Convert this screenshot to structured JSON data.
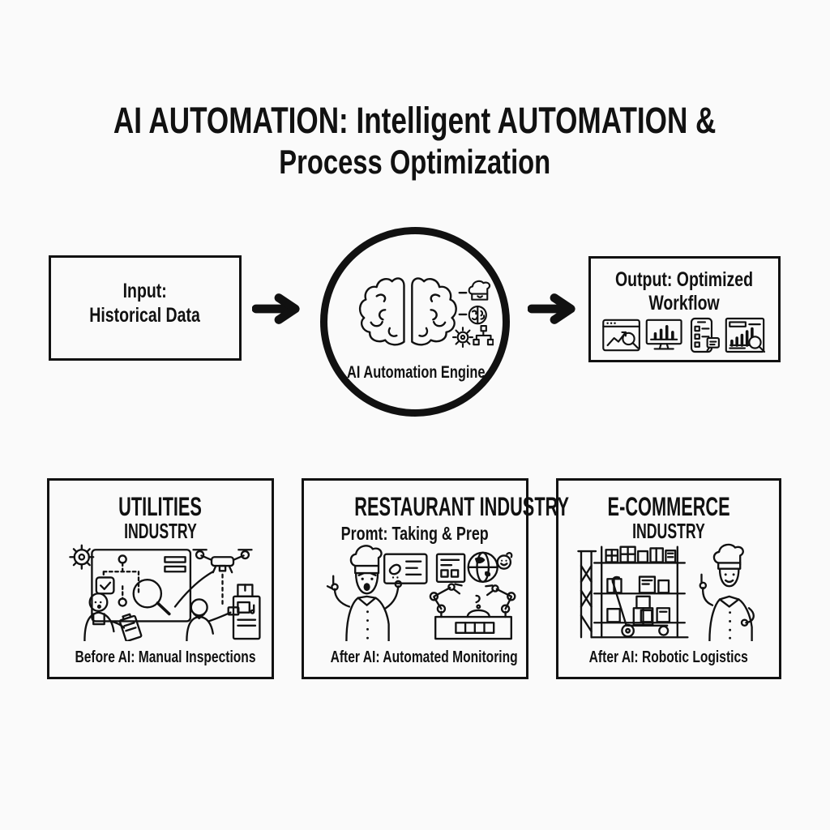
{
  "colors": {
    "background": "#fafafa",
    "ink": "#111111"
  },
  "title": {
    "line1": "AI AUTOMATION: Intelligent AUTOMATION &",
    "line2": "Process Optimization"
  },
  "flow": {
    "input": {
      "label_line1": "Input:",
      "label_line2": "Historical Data"
    },
    "engine": {
      "label": "AI Automation Engine",
      "icons": [
        "brain-icon",
        "chef-hat-icon",
        "mini-brain-icon",
        "gear-icon",
        "hierarchy-icon"
      ]
    },
    "output": {
      "label_line1": "Output: Optimized",
      "label_line2": "Workflow",
      "icons": [
        "browser-analytics-icon",
        "monitor-chart-icon",
        "phone-checklist-icon",
        "report-search-icon"
      ]
    },
    "arrows": [
      "right-arrow",
      "right-arrow"
    ]
  },
  "industries": [
    {
      "title_line1": "UTILITIES",
      "title_line2": "INDUSTRY",
      "caption": "Before AI: Manual Inspections",
      "illustration": "manual-inspections-illustration"
    },
    {
      "title_line1": "RESTAURANT INDUSTRY",
      "subtitle": "Promt: Taking & Prep",
      "caption": "After AI: Automated Monitoring",
      "illustration": "automated-monitoring-illustration"
    },
    {
      "title_line1": "E-COMMERCE",
      "title_line2": "INDUSTRY",
      "caption": "After AI: Robotic Logistics",
      "illustration": "robotic-logistics-illustration"
    }
  ]
}
